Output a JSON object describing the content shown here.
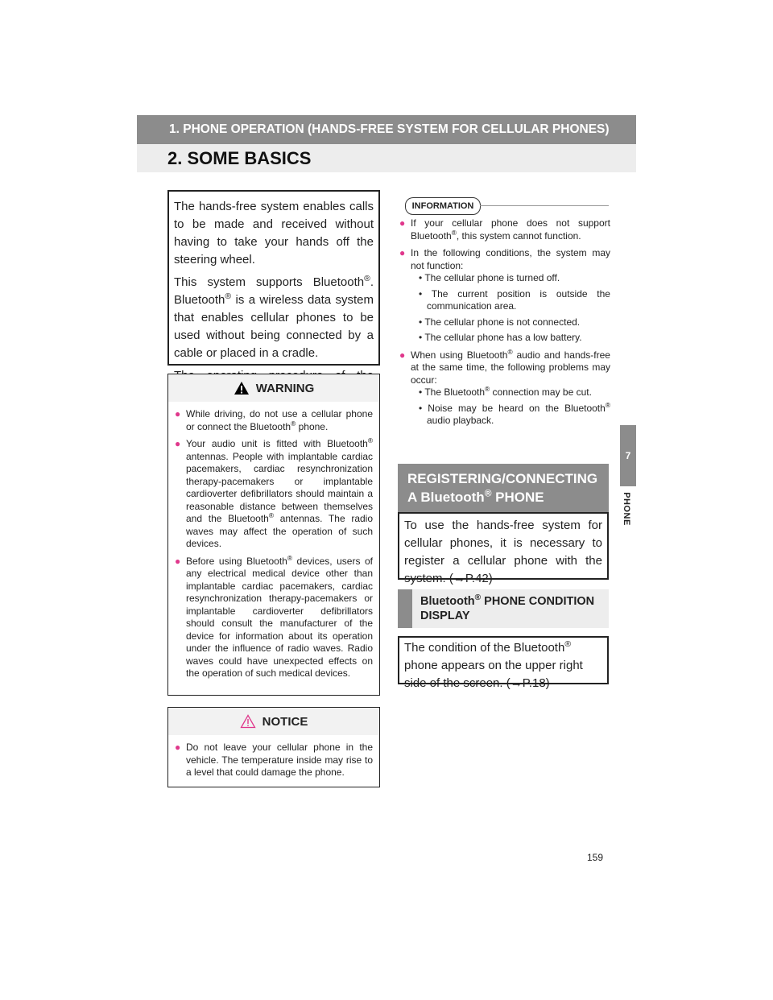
{
  "header": {
    "section": "1. PHONE OPERATION (HANDS-FREE SYSTEM FOR CELLULAR PHONES)",
    "title": "2. SOME BASICS"
  },
  "side": {
    "chapter_number": "7",
    "chapter_label": "PHONE"
  },
  "intro": {
    "p1": "The hands-free system enables calls to be made and received without having to take your hands off the steering wheel.",
    "p2a": "This system supports Bluetooth",
    "p2b": ". Bluetooth",
    "p2c": " is a wireless data system that enables cellular phones to be used without being connected by a cable or placed in a cradle.",
    "p3": "The operating procedure of the phone is explained here.",
    "reg": "®"
  },
  "warning": {
    "title": "WARNING",
    "b1a": "While driving, do not use a cellular phone or connect the Bluetooth",
    "b1b": " phone.",
    "b2a": "Your audio unit is fitted with Bluetooth",
    "b2b": " antennas. People with implantable cardiac pacemakers, cardiac resynchronization therapy-pacemakers or implantable cardioverter defibrillators should maintain a reasonable distance between themselves and the Bluetooth",
    "b2c": " antennas. The radio waves may affect the operation of such devices.",
    "b3a": "Before using Bluetooth",
    "b3b": " devices, users of any electrical medical device other than implantable cardiac pacemakers, cardiac resynchronization therapy-pacemakers or implantable cardioverter defibrillators should consult the manufacturer of the device for information about its operation under the influence of radio waves. Radio waves could have unexpected effects on the operation of such medical devices."
  },
  "notice": {
    "title": "NOTICE",
    "b1": "Do not leave your cellular phone in the vehicle. The temperature inside may rise to a level that could damage the phone."
  },
  "info": {
    "tag": "INFORMATION",
    "b1a": "If your cellular phone does not support Bluetooth",
    "b1b": ", this system cannot function.",
    "b2": "In the following conditions, the system may not function:",
    "s1": "The cellular phone is turned off.",
    "s2": "The current position is outside the communication area.",
    "s3": "The cellular phone is not connected.",
    "s4": "The cellular phone has a low battery.",
    "b3a": "When using Bluetooth",
    "b3b": " audio and hands-free at the same time, the following problems may occur:",
    "s5a": "The Bluetooth",
    "s5b": " connection may be cut.",
    "s6a": "Noise may be heard on the Bluetooth",
    "s6b": " audio playback."
  },
  "register": {
    "head1": "REGISTERING/CONNECTING",
    "head2a": "A Bluetooth",
    "head2b": " PHONE",
    "body": "To use the hands-free system for cellular phones, it is necessary to register a cellular phone with the system. (→P.42)"
  },
  "condition": {
    "head_a": "Bluetooth",
    "head_b": " PHONE CONDITION DISPLAY",
    "body_a": "The condition of the Bluetooth",
    "body_b": " phone appears on the upper right side of the screen. (→P.18)"
  },
  "page_number": "159",
  "colors": {
    "header_gray": "#8c8c8c",
    "light_gray": "#ededed",
    "bullet_pink": "#e0388c"
  }
}
